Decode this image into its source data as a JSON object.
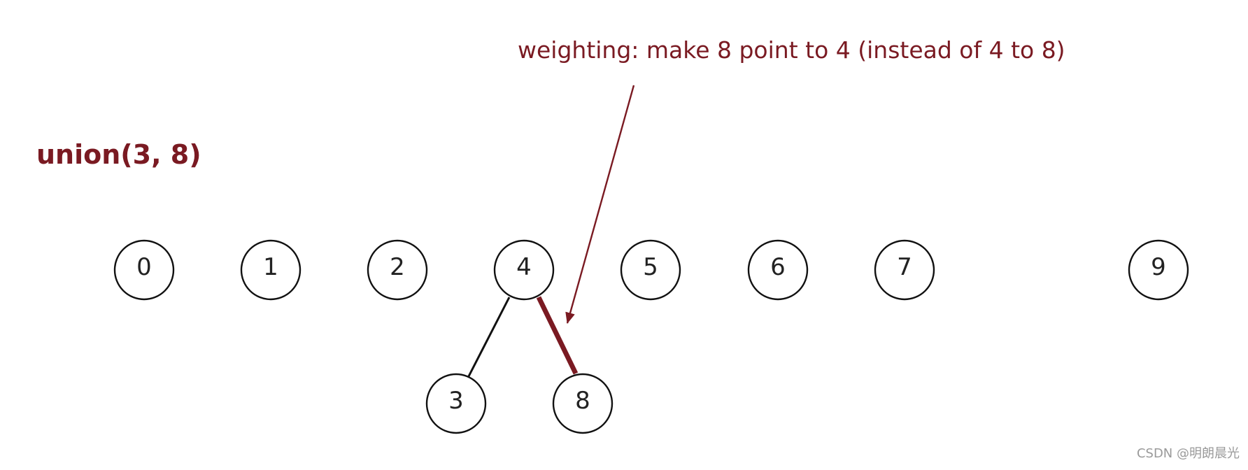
{
  "title": "union(3, 8)",
  "annotation": "weighting:  make 8 point to 4 (instead of 4 to 8)",
  "colors": {
    "accent": "#7a1a22",
    "edge": "#111111",
    "node_border": "#111111"
  },
  "nodes": [
    {
      "label": "0"
    },
    {
      "label": "1"
    },
    {
      "label": "2"
    },
    {
      "label": "4"
    },
    {
      "label": "5"
    },
    {
      "label": "6"
    },
    {
      "label": "7"
    },
    {
      "label": "9"
    },
    {
      "label": "3"
    },
    {
      "label": "8"
    }
  ],
  "edges": [
    {
      "from": "3",
      "to": "4",
      "highlight": false
    },
    {
      "from": "8",
      "to": "4",
      "highlight": true
    }
  ],
  "watermark": "CSDN @明朗晨光"
}
